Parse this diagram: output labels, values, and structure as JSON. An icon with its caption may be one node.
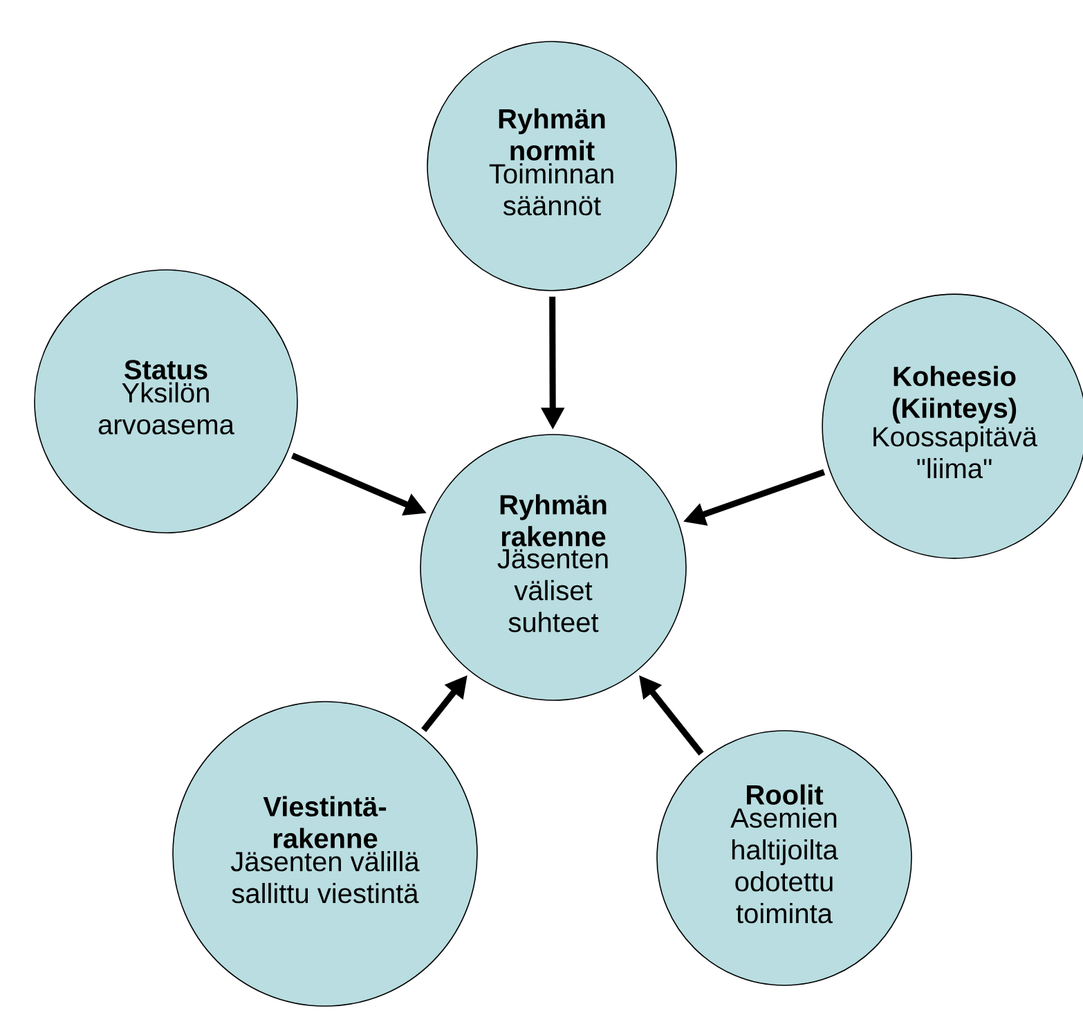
{
  "diagram": {
    "nodes": [
      {
        "text": [
          "Ryhmän normit",
          "Toiminnan säännöt"
        ]
      },
      {
        "text": [
          "Status",
          "Yksilön arvoasema"
        ]
      },
      {
        "text": [
          "Ryhmän rakenne",
          "Jäsenten väliset suhteet"
        ]
      },
      {
        "text": [
          "Koheesio (Kiinteys)",
          "Koossapitävä \"liima\""
        ]
      },
      {
        "text": [
          "Viestintä-rakenne",
          "Jäsenten välillä sallittu viestintä"
        ]
      },
      {
        "text": [
          "Roolit",
          "Asemien haltijoilta odotettu toiminta"
        ]
      }
    ],
    "edges": [
      {
        "from": 0,
        "to": 2,
        "arrow": "to"
      },
      {
        "from": 1,
        "to": 2,
        "arrow": "to"
      },
      {
        "from": 3,
        "to": 2,
        "arrow": "to"
      },
      {
        "from": 4,
        "to": 2,
        "arrow": "to"
      },
      {
        "from": 5,
        "to": 2,
        "arrow": "to"
      }
    ]
  }
}
